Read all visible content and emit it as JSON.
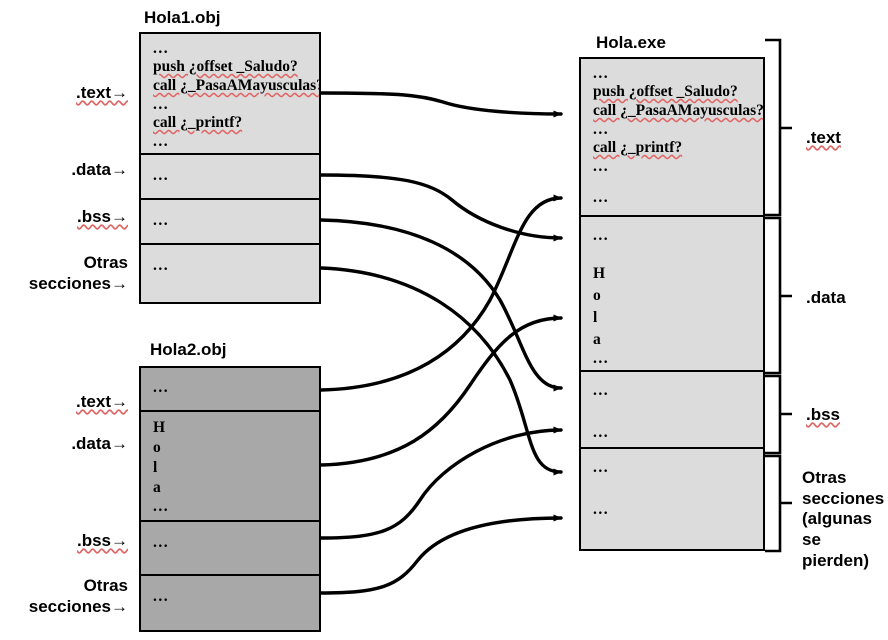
{
  "diagram": {
    "title_left_top": "Hola1.obj",
    "title_left_bottom": "Hola2.obj",
    "title_right": "Hola.exe",
    "colors": {
      "obj1_fill": "#dcdcdc",
      "obj2_fill": "#a8a8a8",
      "exe_fill": "#dcdcdc",
      "stroke": "#000000",
      "spell_underline": "#e06666",
      "background": "#ffffff"
    }
  },
  "hola1": {
    "title": "Hola1.obj",
    "labels": [
      {
        "text": ".text→",
        "misspelled": true
      },
      {
        "text": ".data→",
        "misspelled": false
      },
      {
        "text": ".bss→",
        "misspelled": true
      },
      {
        "line1": "Otras",
        "line2": "secciones→",
        "misspelled": false
      }
    ],
    "sections": [
      {
        "name": "text",
        "lines": [
          "...",
          "push ¿offset _Saludo?",
          "call ¿_PasaAMayusculas?",
          "...",
          "call  ¿_printf?",
          "..."
        ]
      },
      {
        "name": "data",
        "lines": [
          "..."
        ]
      },
      {
        "name": "bss",
        "lines": [
          "..."
        ]
      },
      {
        "name": "otras",
        "lines": [
          "..."
        ]
      }
    ]
  },
  "hola2": {
    "title": "Hola2.obj",
    "labels": [
      {
        "text": ".text→",
        "misspelled": true
      },
      {
        "text": ".data→",
        "misspelled": false
      },
      {
        "text": ".bss→",
        "misspelled": true
      },
      {
        "line1": "Otras",
        "line2": "secciones→",
        "misspelled": false
      }
    ],
    "sections": [
      {
        "name": "text",
        "lines": [
          "..."
        ]
      },
      {
        "name": "data",
        "lines": [
          "H",
          "o",
          "l",
          "a",
          "..."
        ]
      },
      {
        "name": "bss",
        "lines": [
          "..."
        ]
      },
      {
        "name": "otras",
        "lines": [
          "..."
        ]
      }
    ]
  },
  "holaexe": {
    "title": "Hola.exe",
    "labels": [
      {
        "text": ".text",
        "misspelled": true
      },
      {
        "text": ".data",
        "misspelled": false
      },
      {
        "text": ".bss",
        "misspelled": true
      },
      {
        "line1": "Otras",
        "line2": "secciones",
        "line3": "(algunas",
        "line4": " se",
        "line5": "pierden)",
        "misspelled": false
      }
    ],
    "sections": [
      {
        "name": "text",
        "lines": [
          "...",
          "push ¿offset _Saludo?",
          "call ¿_PasaAMayusculas?",
          "...",
          "call  ¿_printf?",
          "...",
          "..."
        ]
      },
      {
        "name": "data",
        "lines": [
          "...",
          "H",
          "o",
          "l",
          "a",
          "..."
        ]
      },
      {
        "name": "bss",
        "lines": [
          "...",
          "..."
        ]
      },
      {
        "name": "otras",
        "lines": [
          "...",
          "..."
        ]
      }
    ]
  },
  "connectors": {
    "count": 8,
    "arrow_style": "filled-triangle",
    "links": [
      {
        "from": "hola1.text",
        "to": "holaexe.text"
      },
      {
        "from": "hola1.data",
        "to": "holaexe.data-top"
      },
      {
        "from": "hola1.bss",
        "to": "holaexe.bss-top"
      },
      {
        "from": "hola1.otras",
        "to": "holaexe.otras-top"
      },
      {
        "from": "hola2.text",
        "to": "holaexe.text-bottom"
      },
      {
        "from": "hola2.data",
        "to": "holaexe.data-bottom"
      },
      {
        "from": "hola2.bss",
        "to": "holaexe.bss-bottom"
      },
      {
        "from": "hola2.otras",
        "to": "holaexe.otras-bottom"
      }
    ]
  }
}
